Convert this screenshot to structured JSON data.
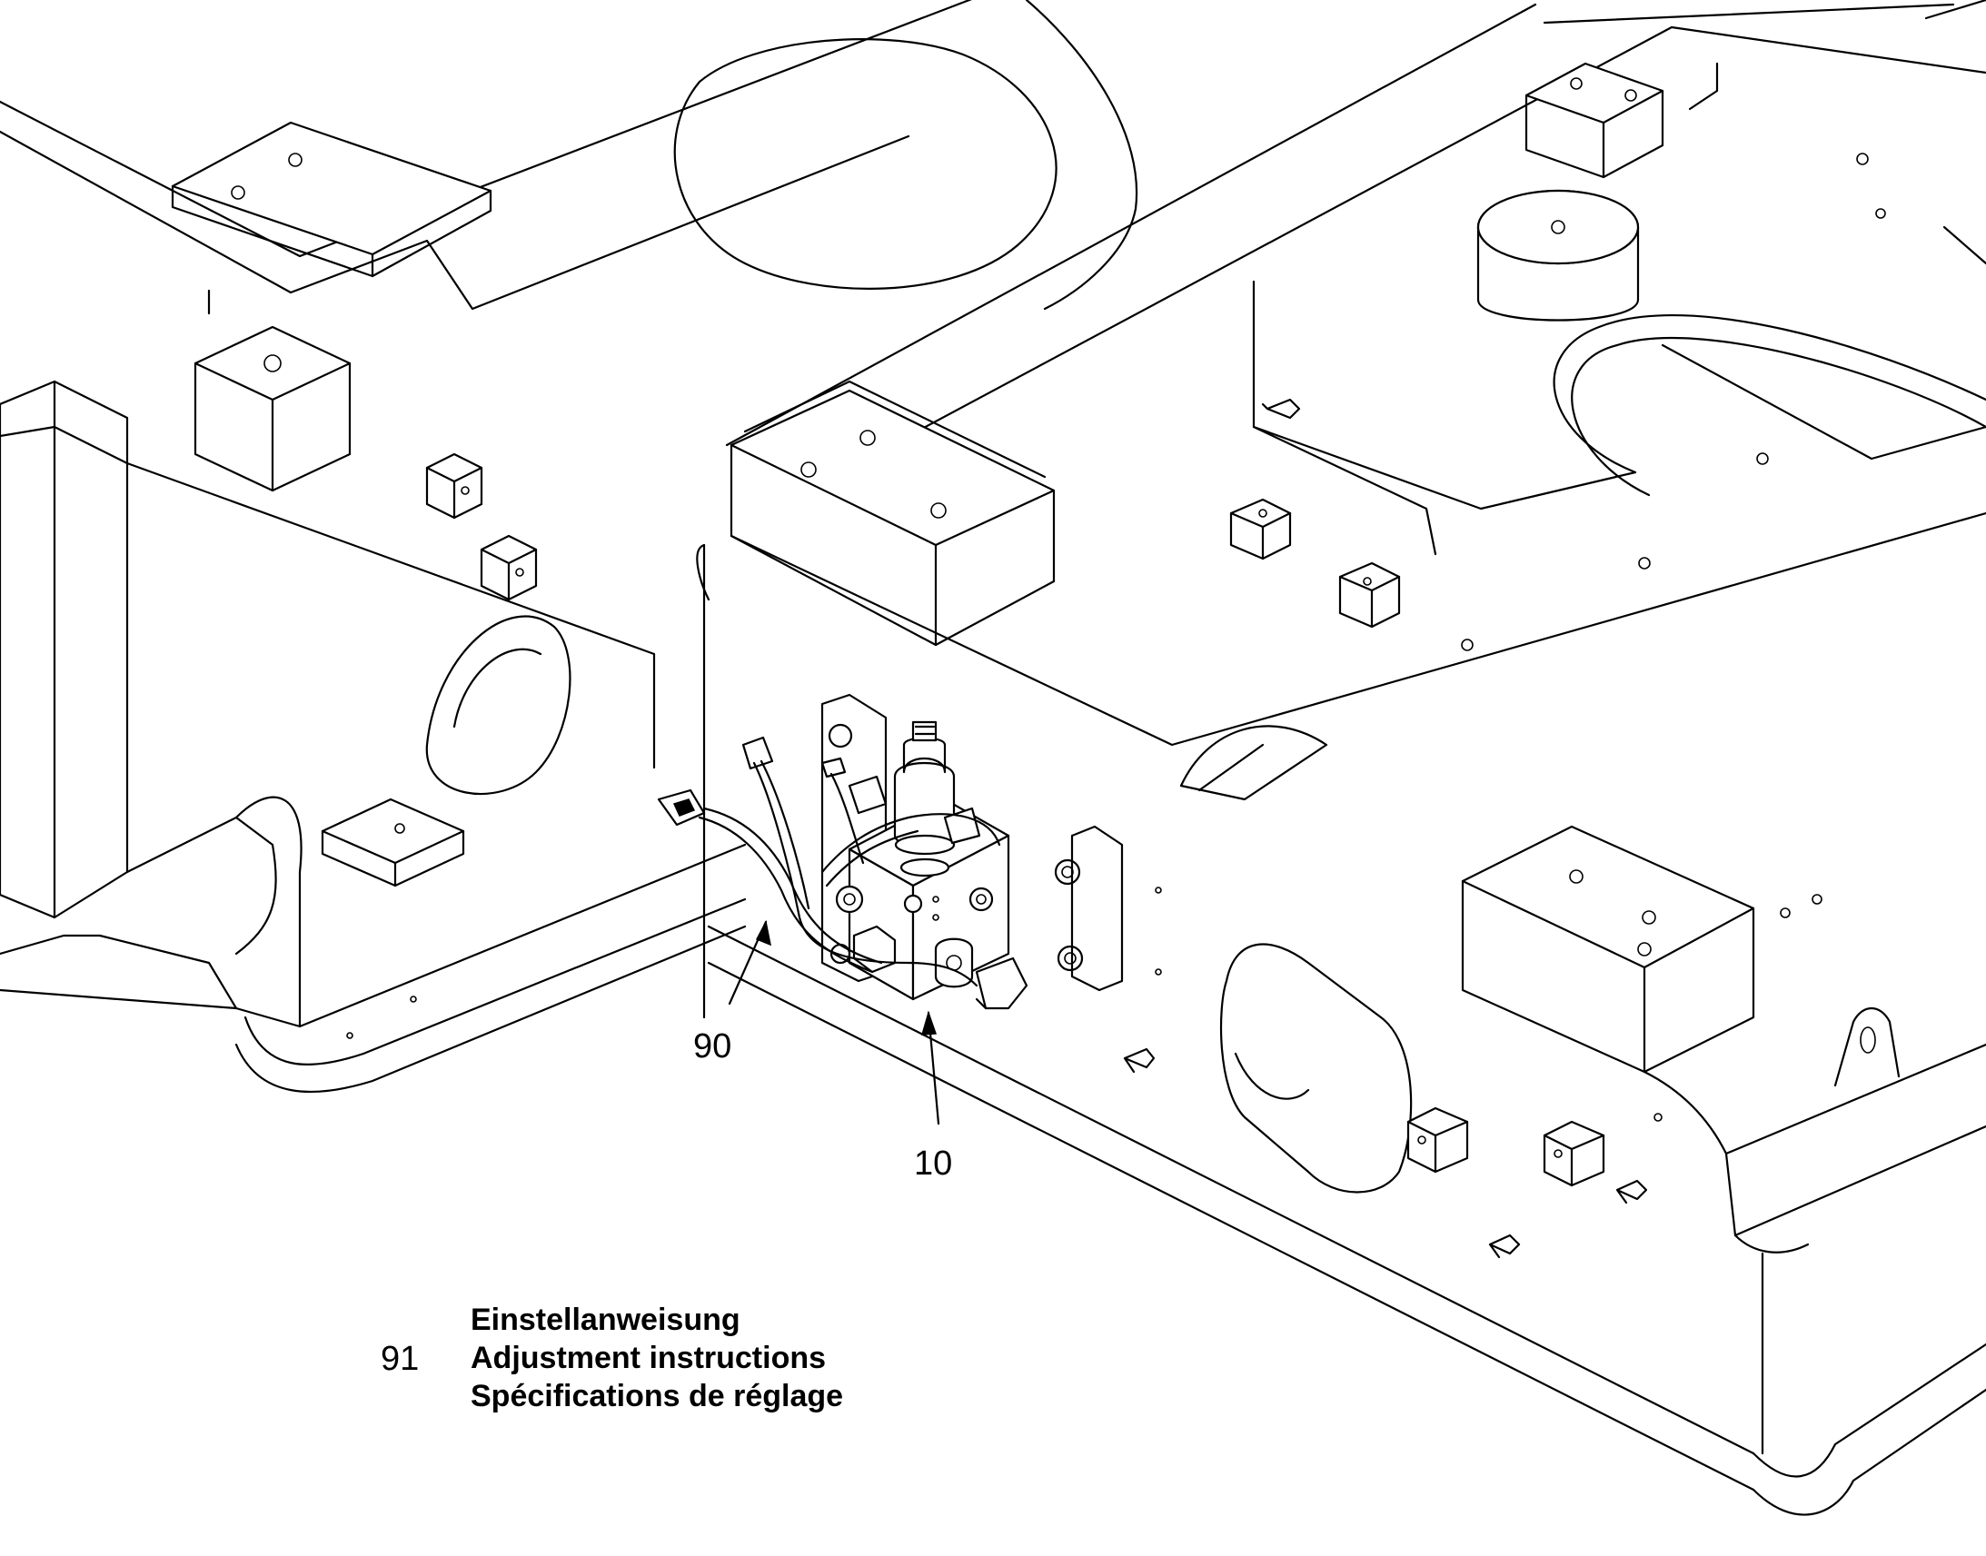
{
  "callouts": [
    {
      "number": "90"
    },
    {
      "number": "10"
    }
  ],
  "note": {
    "number": "91",
    "lines": [
      "Einstellanweisung",
      "Adjustment instructions",
      "Spécifications de réglage"
    ]
  }
}
